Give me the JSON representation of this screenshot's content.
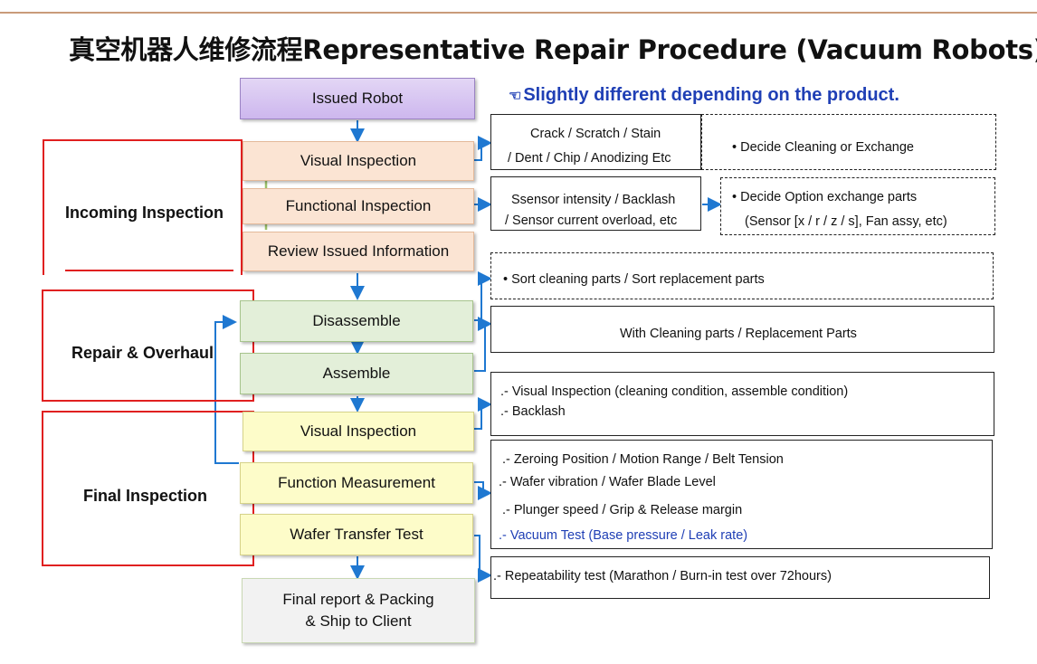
{
  "title": "真空机器人维修流程Representative Repair Procedure (Vacuum Robots)",
  "note": {
    "icon": "pointing-hand-icon",
    "text": "Slightly different depending on the product."
  },
  "groups": {
    "incoming": "Incoming Inspection",
    "repair": "Repair & Overhaul",
    "final": "Final Inspection"
  },
  "steps": {
    "issued_robot": "Issued Robot",
    "visual_inspection_1": "Visual Inspection",
    "functional_inspection": "Functional Inspection",
    "review_info": "Review Issued Information",
    "disassemble": "Disassemble",
    "assemble": "Assemble",
    "visual_inspection_2": "Visual Inspection",
    "function_measurement": "Function Measurement",
    "wafer_transfer_test": "Wafer Transfer Test",
    "final_report_1": "Final report & Packing",
    "final_report_2": "& Ship to Client"
  },
  "details": {
    "crack_1": "Crack / Scratch / Stain",
    "crack_2": "/ Dent / Chip / Anodizing  Etc",
    "decide_cleaning": "• Decide Cleaning or Exchange",
    "sensor_1": "Ssensor intensity / Backlash",
    "sensor_2": "/ Sensor current overload, etc",
    "option_1": "• Decide Option exchange parts",
    "option_2": "(Sensor  [x / r / z / s], Fan assy, etc)",
    "sort_parts": "• Sort cleaning parts / Sort  replacement parts",
    "with_cleaning": "With Cleaning parts / Replacement Parts",
    "visual_detail_1": ".- Visual  Inspection (cleaning condition, assemble condition)",
    "visual_detail_2": ".- Backlash",
    "func_1": ".- Zeroing Position / Motion Range / Belt Tension",
    "func_2": ".- Wafer vibration / Wafer Blade Level",
    "func_3": ".- Plunger speed / Grip & Release margin",
    "func_4": ".- Vacuum Test (Base pressure / Leak rate)",
    "repeat": ".-  Repeatability test (Marathon / Burn-in test over 72hours)"
  },
  "colors": {
    "accent_red": "#e02020",
    "arrow_blue": "#1f78d1",
    "note_blue": "#1f3fb5"
  }
}
